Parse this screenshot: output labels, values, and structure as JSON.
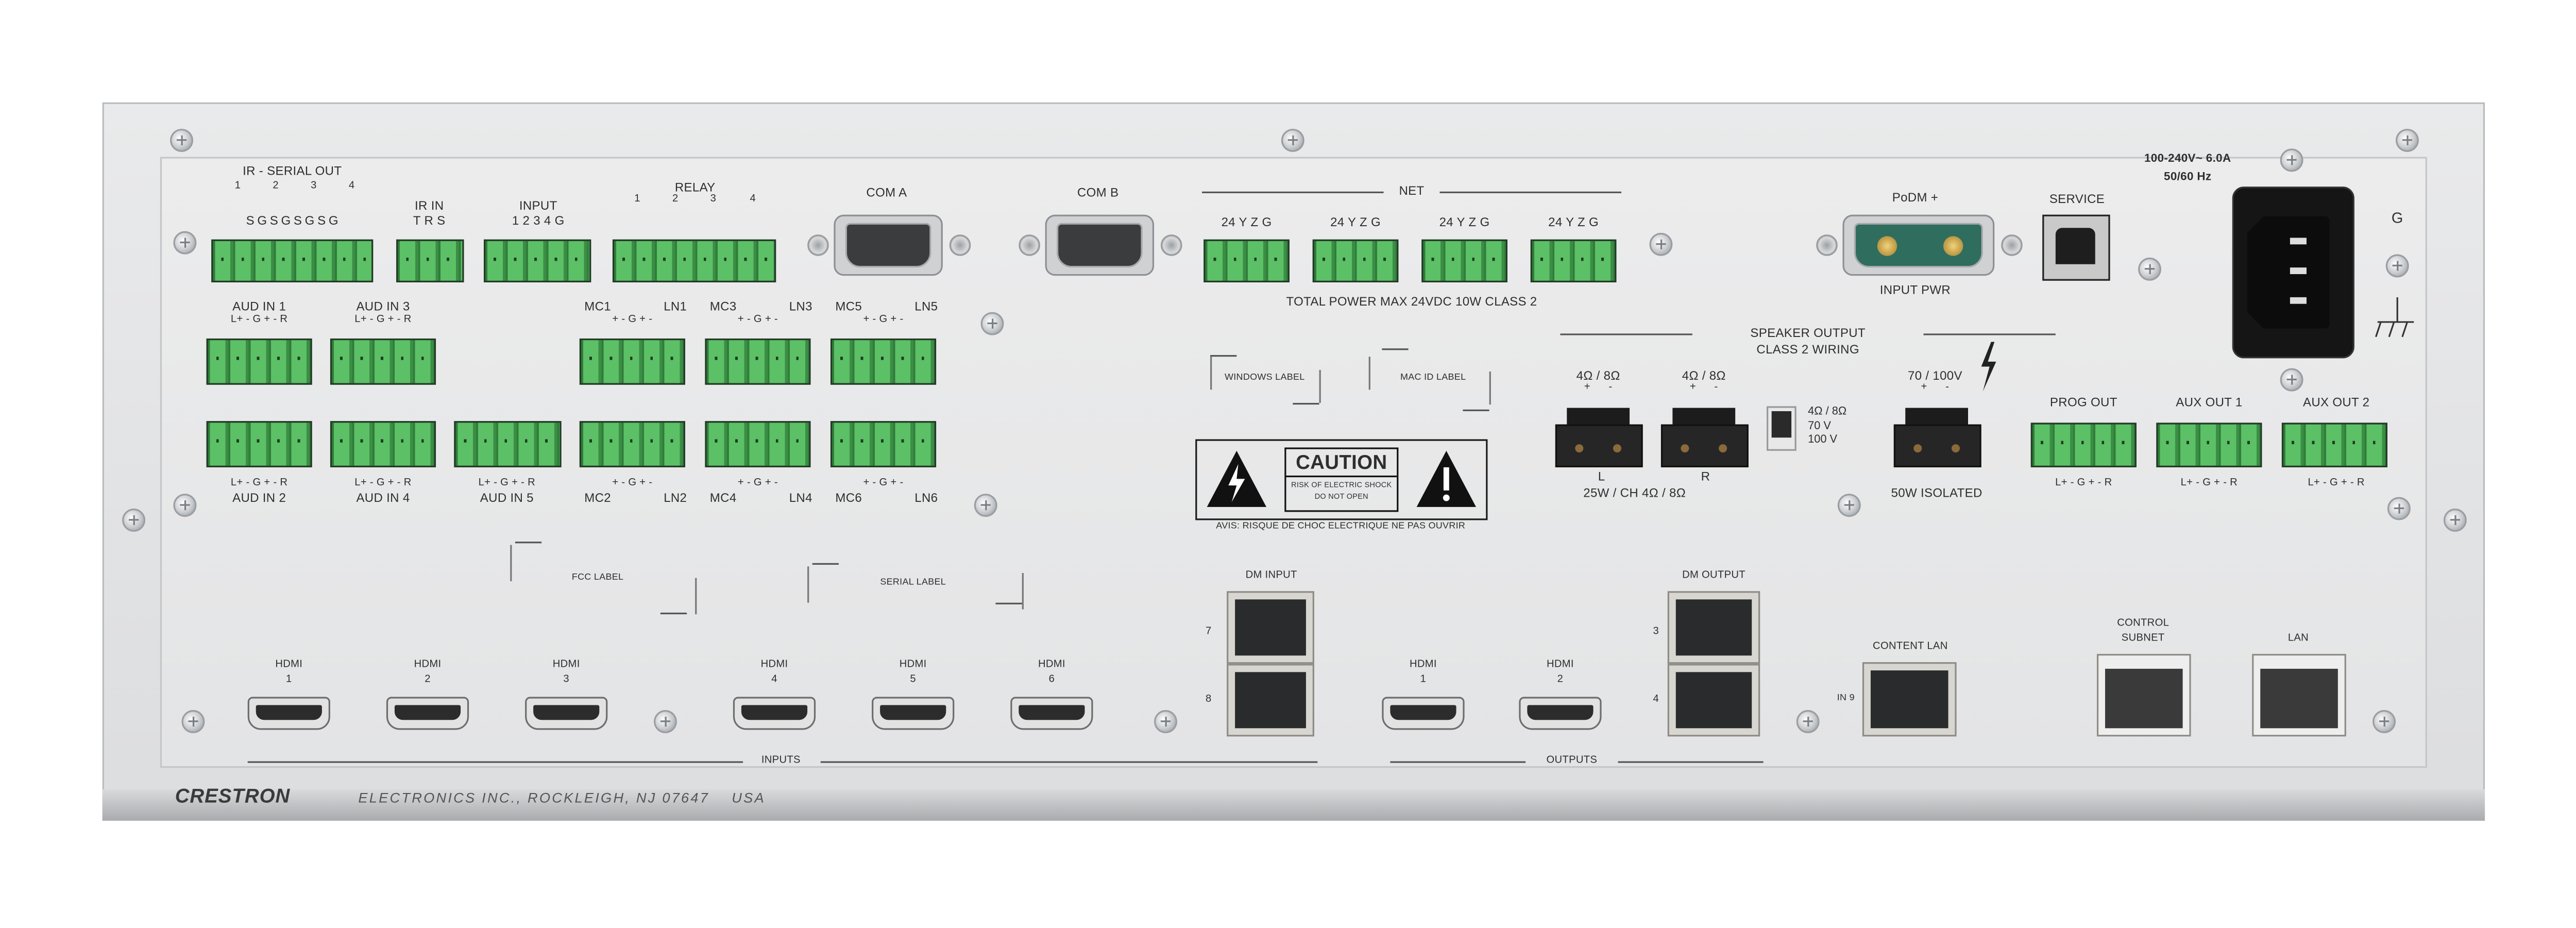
{
  "power": {
    "rating": "100-240V~ 6.0A",
    "freq": "50/60 Hz",
    "ground_label": "G"
  },
  "ir_serial_out": {
    "title": "IR - SERIAL OUT",
    "numbers": [
      "1",
      "2",
      "3",
      "4"
    ],
    "pins": "S G S G S G S G"
  },
  "ir_in": {
    "title": "IR IN",
    "pins": "T R S"
  },
  "input": {
    "title": "INPUT",
    "pins": "1 2 3 4 G"
  },
  "relay": {
    "title": "RELAY",
    "numbers": [
      "1",
      "2",
      "3",
      "4"
    ]
  },
  "com_a": {
    "title": "COM A"
  },
  "com_b": {
    "title": "COM B"
  },
  "net": {
    "title": "NET",
    "pins": "24 Y Z G",
    "note": "TOTAL POWER MAX 24VDC 10W CLASS 2"
  },
  "podm": {
    "title": "PoDM +",
    "sub": "INPUT PWR"
  },
  "service": {
    "title": "SERVICE"
  },
  "audio_pins": "L+  -  G  +  - R",
  "mic_pins": "+  -  G  +  -",
  "aud_in": [
    "AUD IN 1",
    "AUD IN 2",
    "AUD IN 3",
    "AUD IN 4",
    "AUD IN 5"
  ],
  "mic": [
    {
      "mc": "MC1",
      "ln": "LN1"
    },
    {
      "mc": "MC2",
      "ln": "LN2"
    },
    {
      "mc": "MC3",
      "ln": "LN3"
    },
    {
      "mc": "MC4",
      "ln": "LN4"
    },
    {
      "mc": "MC5",
      "ln": "LN5"
    },
    {
      "mc": "MC6",
      "ln": "LN6"
    }
  ],
  "labels": {
    "windows": "WINDOWS LABEL",
    "mac_id": "MAC ID LABEL",
    "fcc": "FCC LABEL",
    "serial": "SERIAL LABEL"
  },
  "caution": {
    "title": "CAUTION",
    "line1": "RISK OF ELECTRIC SHOCK",
    "line2": "DO NOT OPEN",
    "avis": "AVIS: RISQUE DE CHOC ELECTRIQUE NE PAS OUVRIR"
  },
  "speaker": {
    "title": "SPEAKER OUTPUT",
    "sub": "CLASS 2 WIRING",
    "imp": "4Ω / 8Ω",
    "plus_minus": "+      -",
    "left": "L",
    "right": "R",
    "rating": "25W / CH 4Ω / 8Ω",
    "switch_options": [
      "4Ω / 8Ω",
      "70 V",
      "100 V"
    ],
    "hv_label": "70 / 100V",
    "hv_rating": "50W ISOLATED"
  },
  "outputs_audio": [
    "PROG OUT",
    "AUX OUT 1",
    "AUX OUT 2"
  ],
  "dm_input": {
    "title": "DM INPUT",
    "ports": [
      "7",
      "8"
    ]
  },
  "dm_output": {
    "title": "DM OUTPUT",
    "ports": [
      "3",
      "4"
    ]
  },
  "content_lan": {
    "title": "CONTENT LAN",
    "port": "IN 9"
  },
  "control_subnet": {
    "title1": "CONTROL",
    "title2": "SUBNET"
  },
  "lan": {
    "title": "LAN"
  },
  "hdmi_label": "HDMI",
  "hdmi_inputs": [
    "1",
    "2",
    "3",
    "4",
    "5",
    "6"
  ],
  "hdmi_outputs": [
    "1",
    "2"
  ],
  "groups": {
    "inputs": "INPUTS",
    "outputs": "OUTPUTS"
  },
  "brand": {
    "logo": "CRESTRON",
    "address": "ELECTRONICS INC., ROCKLEIGH, NJ 07647    USA"
  }
}
